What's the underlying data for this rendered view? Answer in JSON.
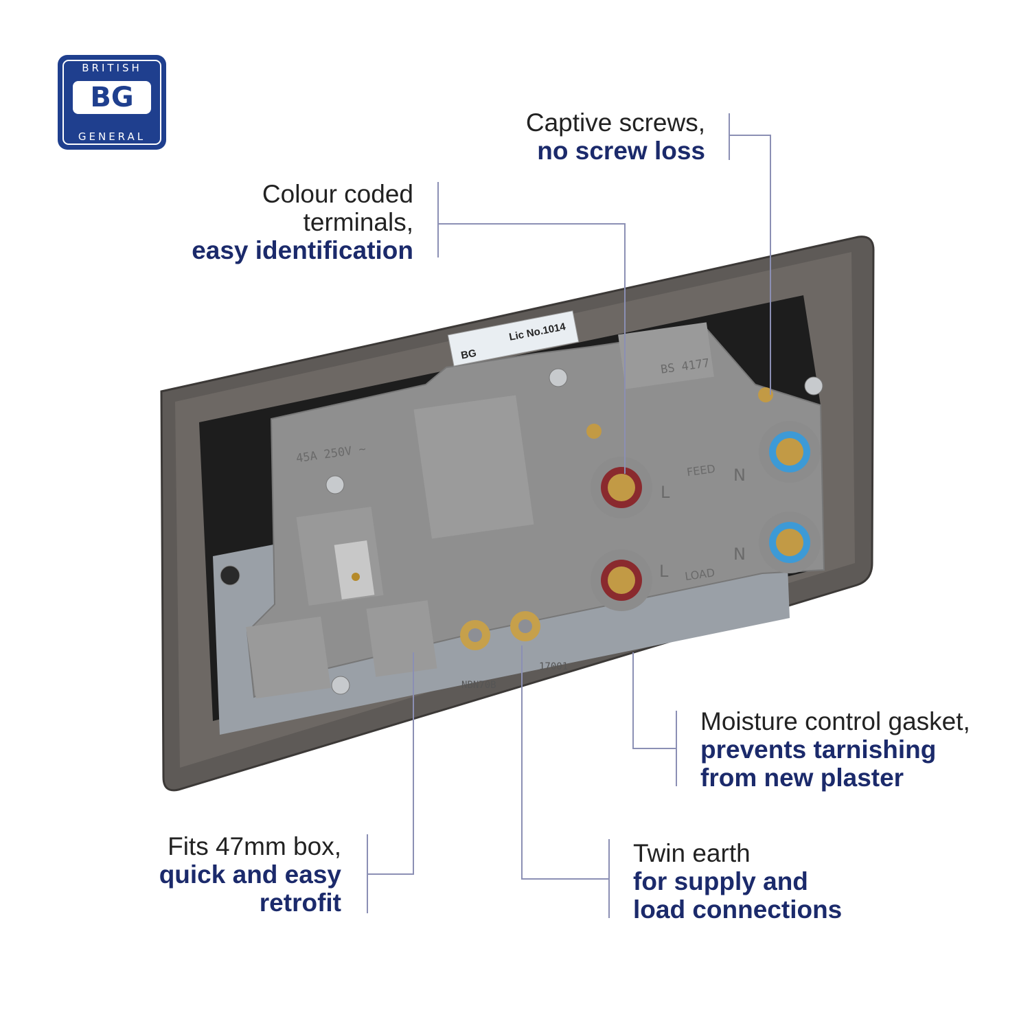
{
  "logo": {
    "top": "BRITISH",
    "mark": "BG",
    "bottom": "GENERAL"
  },
  "callouts": {
    "captive": {
      "line1": "Captive screws,",
      "line2": "no screw loss"
    },
    "colour": {
      "line1": "Colour coded",
      "line2": "terminals,",
      "line3": "easy identification"
    },
    "moisture": {
      "line1": "Moisture control gasket,",
      "line2": "prevents tarnishing",
      "line3": "from new plaster"
    },
    "fits": {
      "line1": "Fits 47mm box,",
      "line2": "quick and easy",
      "line3": "retrofit"
    },
    "twin": {
      "line1": "Twin earth",
      "line2": "for supply and",
      "line3": "load connections"
    }
  },
  "product_markings": {
    "label_bg": "BG",
    "licence": "Lic No.1014",
    "standard": "BS 4177",
    "rating": "45A 250V ~",
    "feed": "FEED",
    "load": "LOAD",
    "live": "L",
    "neutral": "N",
    "code": "NBN70B",
    "code2": "17001"
  },
  "colors": {
    "brand_blue": "#1f3f8e",
    "callout_bold": "#1b2a6b",
    "live_ring": "#8a2a2e",
    "neutral_ring": "#3d9ad6"
  }
}
